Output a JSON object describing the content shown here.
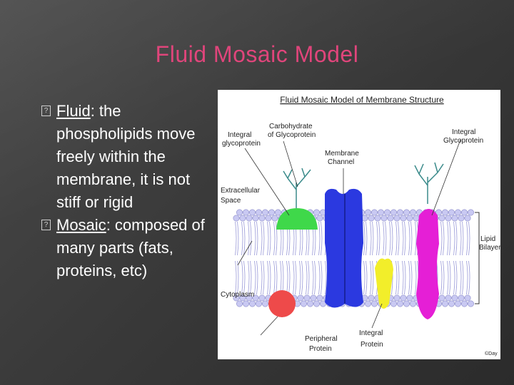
{
  "slide": {
    "title": "Fluid Mosaic Model",
    "bullets": [
      {
        "icon": "box-bullet-icon",
        "term": "Fluid",
        "text": ":  the phospholipids move freely within the membrane, it is not stiff or rigid"
      },
      {
        "icon": "box-bullet-icon",
        "term": "Mosaic",
        "text": ": composed of many parts (fats, proteins, etc)"
      }
    ]
  },
  "figure": {
    "title": "Fluid Mosaic Model of Membrane Structure",
    "labels": {
      "integral_glycoprotein_left": [
        "Integral",
        "glycoprotein"
      ],
      "carbohydrate": [
        "Carbohydrate",
        "of Glycoprotein"
      ],
      "membrane_channel": [
        "Membrane",
        "Channel"
      ],
      "integral_glycoprotein_right": [
        "Integral",
        "Glycoprotein"
      ],
      "extracellular": [
        "Extracellular",
        "Space"
      ],
      "lipid_bilayer": [
        "Lipid",
        "Bilayer"
      ],
      "cytoplasm": "Cytoplasm",
      "peripheral_protein": [
        "Peripheral",
        "Protein"
      ],
      "integral_protein": [
        "Integral",
        "Protein"
      ],
      "credit": "©Day"
    },
    "colors": {
      "lipid_head": "#c9c9f2",
      "lipid_tail": "#9a9ad8",
      "green_protein": "#3fd84a",
      "blue_channel": "#2b39e0",
      "magenta_protein": "#e51fd6",
      "yellow_protein": "#f2ee2a",
      "red_protein": "#ee4a4a",
      "carbohydrate": "#3a8a8a"
    }
  }
}
